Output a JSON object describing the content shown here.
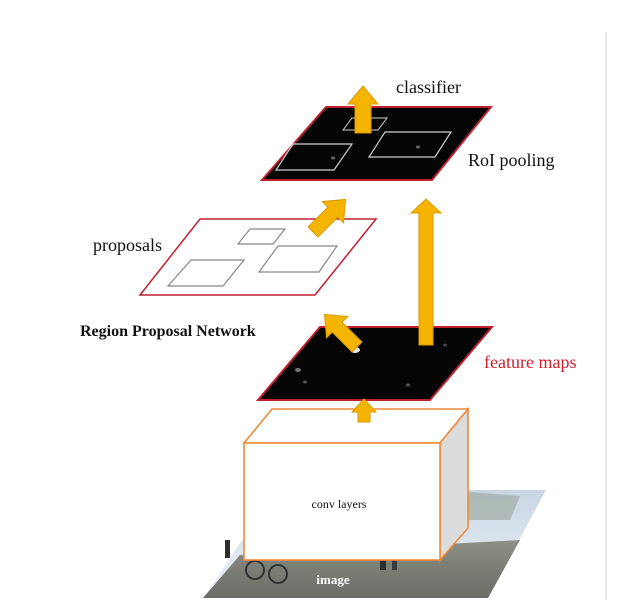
{
  "labels": {
    "classifier": "classifier",
    "roi_pooling": "RoI pooling",
    "proposals": "proposals",
    "rpn": "Region Proposal Network",
    "feature_maps": "feature maps",
    "conv_layers": "conv layers",
    "image": "image"
  },
  "colors": {
    "arrow": "#F5B400",
    "arrow_stroke": "#D99A00",
    "plane_border": "#C0202E",
    "plane_fill": "#050505",
    "feature_maps_text": "#D0202E",
    "conv_border": "#F08A3A",
    "conv_side": "#DCDCDC",
    "right_rule": "#E8E8E8"
  }
}
